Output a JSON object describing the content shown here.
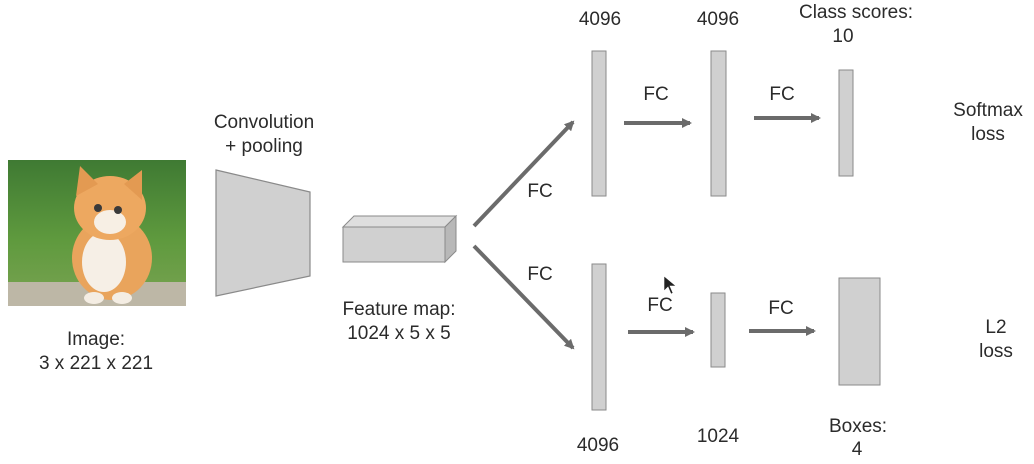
{
  "image": {
    "label_line1": "Image:",
    "label_line2": "3 x 221 x 221"
  },
  "conv": {
    "label_line1": "Convolution",
    "label_line2": "+ pooling"
  },
  "feature_map": {
    "label_line1": "Feature map:",
    "label_line2": "1024 x 5 x 5"
  },
  "top_branch": {
    "fc_in": "FC",
    "layer1_size": "4096",
    "fc_mid": "FC",
    "layer2_size": "4096",
    "fc_out": "FC",
    "scores_line1": "Class scores:",
    "scores_line2": "10",
    "loss_line1": "Softmax",
    "loss_line2": "loss"
  },
  "bottom_branch": {
    "fc_in": "FC",
    "layer1_size": "4096",
    "fc_mid": "FC",
    "layer2_size": "1024",
    "fc_out": "FC",
    "boxes_line1": "Boxes:",
    "boxes_line2": "4",
    "loss_line1": "L2",
    "loss_line2": "loss"
  },
  "colors": {
    "shape_fill": "#d0d0d0",
    "shape_stroke": "#8a8a8a",
    "arrow": "#6b6b6b",
    "text": "#2b2b2b"
  }
}
